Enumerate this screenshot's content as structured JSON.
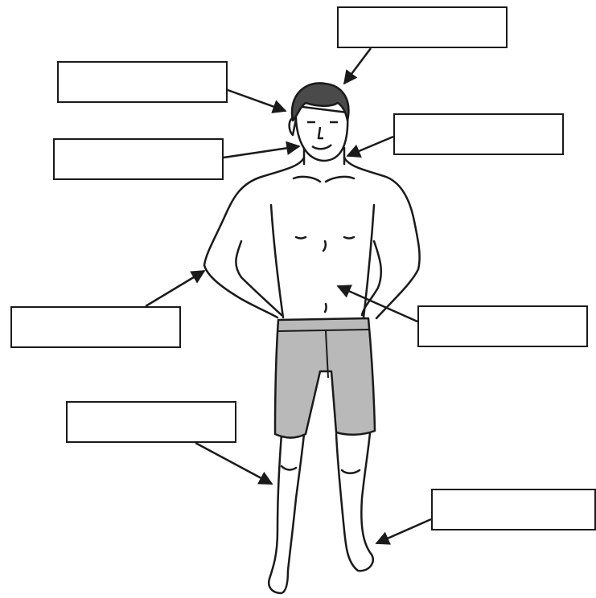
{
  "diagram": {
    "figure": "person-standing-in-shorts",
    "colors": {
      "line": "#1a1a1a",
      "skin": "#ffffff",
      "hair": "#4a4a4a",
      "shorts": "#b9b9b9",
      "box_fill": "#ffffff"
    },
    "labels": [
      {
        "id": "label-hair",
        "text": ""
      },
      {
        "id": "label-ear",
        "text": ""
      },
      {
        "id": "label-neck",
        "text": ""
      },
      {
        "id": "label-chin",
        "text": ""
      },
      {
        "id": "label-elbow",
        "text": ""
      },
      {
        "id": "label-stomach",
        "text": ""
      },
      {
        "id": "label-knee",
        "text": ""
      },
      {
        "id": "label-ankle",
        "text": ""
      }
    ]
  }
}
